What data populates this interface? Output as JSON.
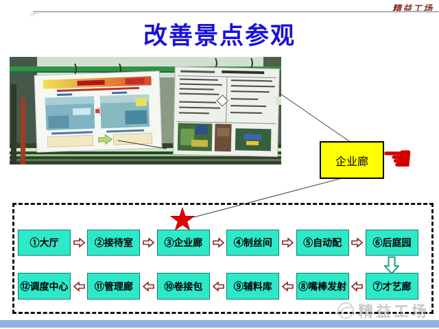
{
  "slide": {
    "brand": "精益工场",
    "title": "改善景点参观",
    "callout_label": "企业廊",
    "watermark_text": "精益工场",
    "tour_route": {
      "row1": [
        "①大厅",
        "②接待室",
        "③企业廊",
        "④制丝间",
        "⑤自动配",
        "⑥后庭园"
      ],
      "row2": [
        "⑫调度中心",
        "⑪管理廊",
        "⑩卷接包",
        "⑨辅料库",
        "⑧嘴棒发射",
        "⑦才艺廊"
      ]
    },
    "colors": {
      "title_blue": "#1a11d9",
      "station_fill": "#2ee9c9",
      "callout_yellow": "#ffff00",
      "arrow_outline_red": "#8a2222",
      "down_arrow_teal": "#17a189",
      "hand_red": "#d40000",
      "star_red": "#e80000",
      "bottom_bar_blue": "#8fb1de"
    }
  }
}
